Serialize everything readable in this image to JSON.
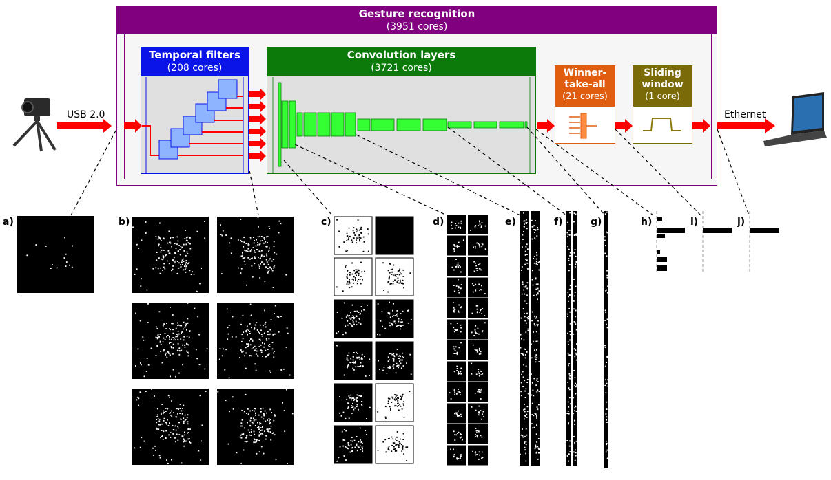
{
  "pipeline": {
    "title": "Gesture recognition",
    "title_cores": "(3951 cores)",
    "blocks": [
      {
        "id": "temporal",
        "title": "Temporal filters",
        "cores": "(208 cores)",
        "color": "#0a14e8"
      },
      {
        "id": "conv",
        "title": "Convolution layers",
        "cores": "(3721 cores)",
        "color": "#0b7a0b"
      },
      {
        "id": "wta",
        "title": "Winner-\ntake-all",
        "cores": "(21 cores)",
        "color": "#e05d0f"
      },
      {
        "id": "sliding",
        "title": "Sliding\nwindow",
        "cores": "(1 core)",
        "color": "#7a6a08"
      }
    ],
    "header_color": "#800080",
    "arrow_color": "#ff0000"
  },
  "io": {
    "input_label": "USB 2.0",
    "output_label": "Ethernet"
  },
  "icons": [
    "camera-icon",
    "laptop-icon"
  ],
  "panels": {
    "labels": [
      "a)",
      "b)",
      "c)",
      "d)",
      "e)",
      "f)",
      "g)",
      "h)",
      "i)",
      "j)"
    ]
  }
}
